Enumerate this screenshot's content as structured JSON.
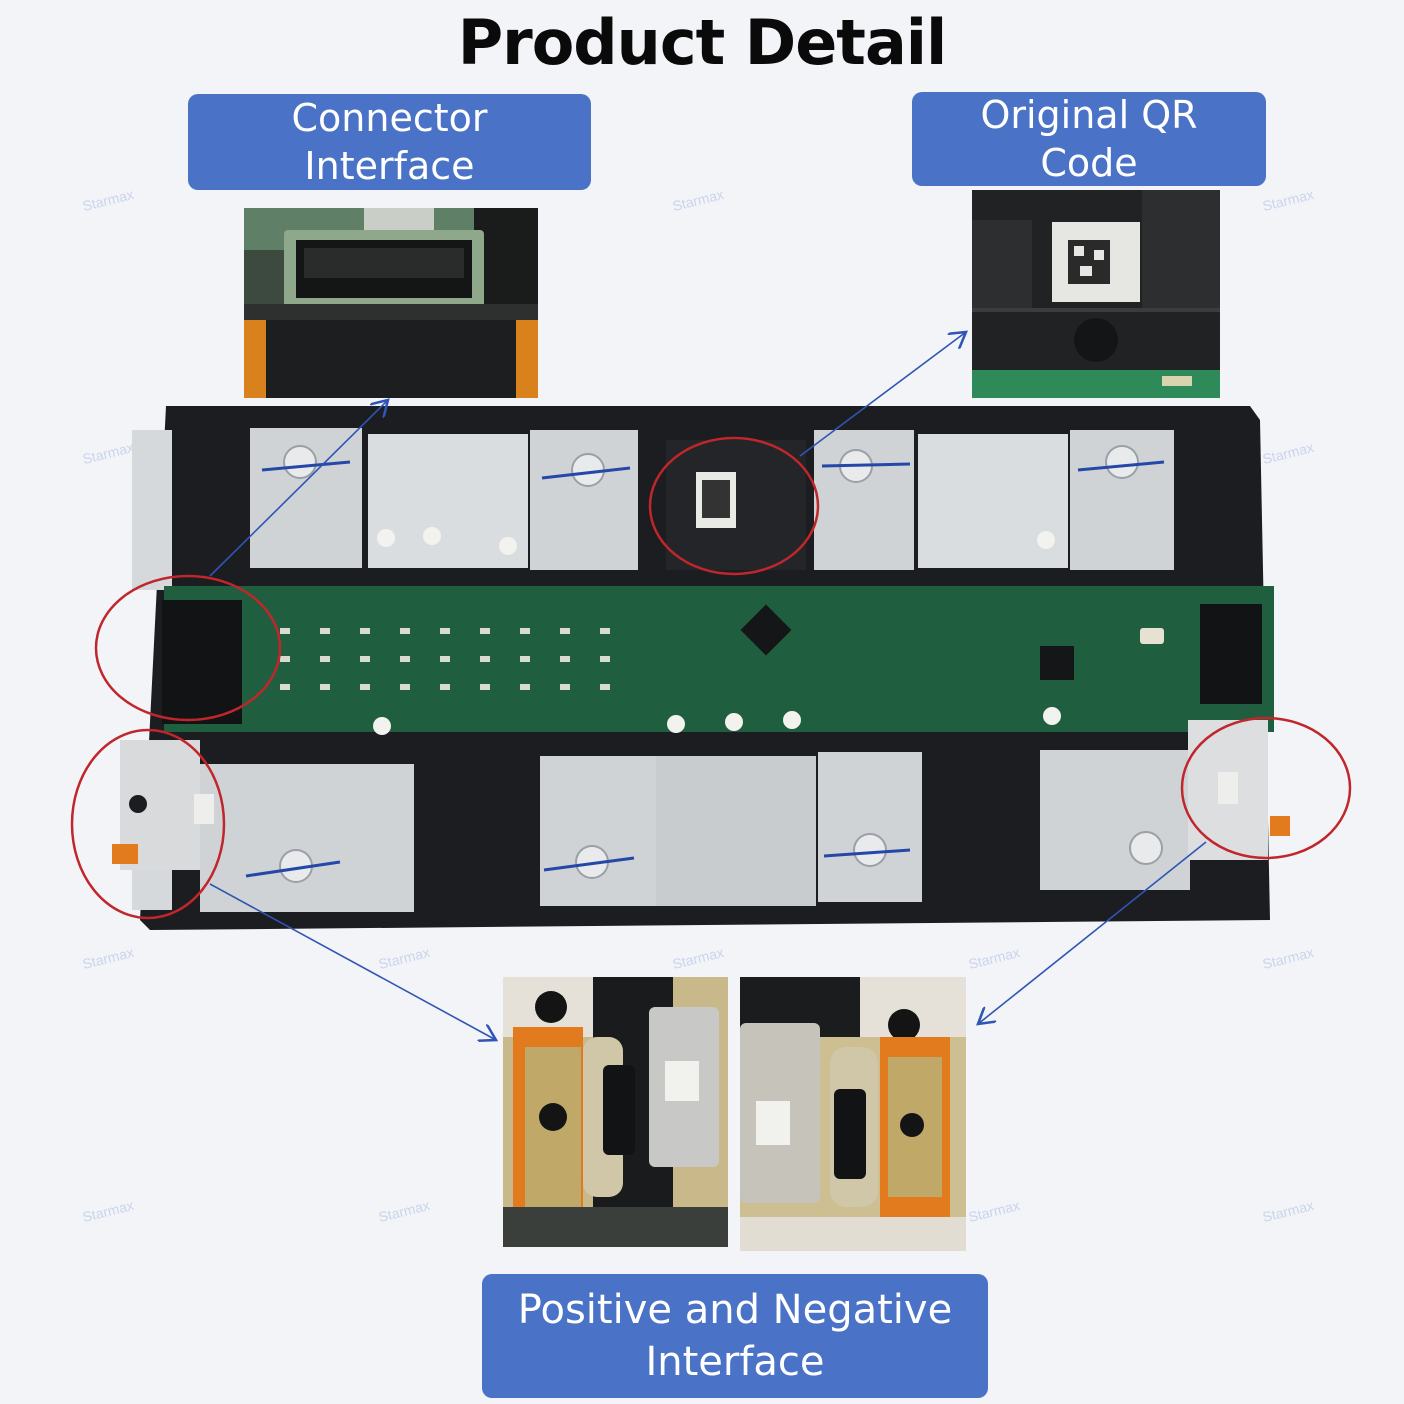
{
  "title": "Product Detail",
  "labels": {
    "connector": "Connector\nInterface",
    "qr": "Original QR\nCode",
    "terminals": "Positive and Negative\nInterface"
  },
  "watermark": "Starmax",
  "colors": {
    "label_bg": "#4a72c6",
    "circle": "#c0262b",
    "arrow": "#2f55b5",
    "pcb": "#1f5e3f",
    "frame": "#1b1d20",
    "plate": "#c8ccd0",
    "tab": "#e27a1e"
  }
}
